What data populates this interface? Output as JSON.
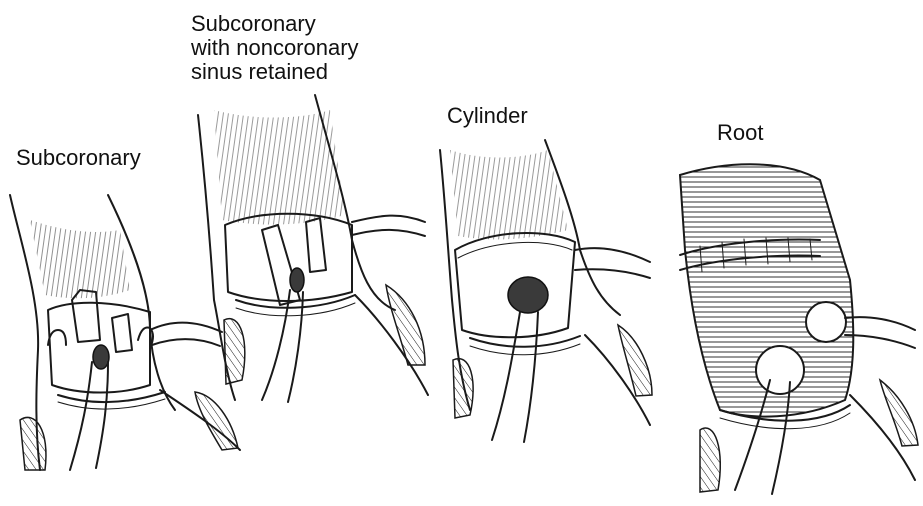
{
  "panels": [
    {
      "id": "subcoronary",
      "label": "Subcoronary"
    },
    {
      "id": "subcoronary-noncoronary",
      "label": "Subcoronary\nwith noncoronary\nsinus retained"
    },
    {
      "id": "cylinder",
      "label": "Cylinder"
    },
    {
      "id": "root",
      "label": "Root"
    }
  ]
}
